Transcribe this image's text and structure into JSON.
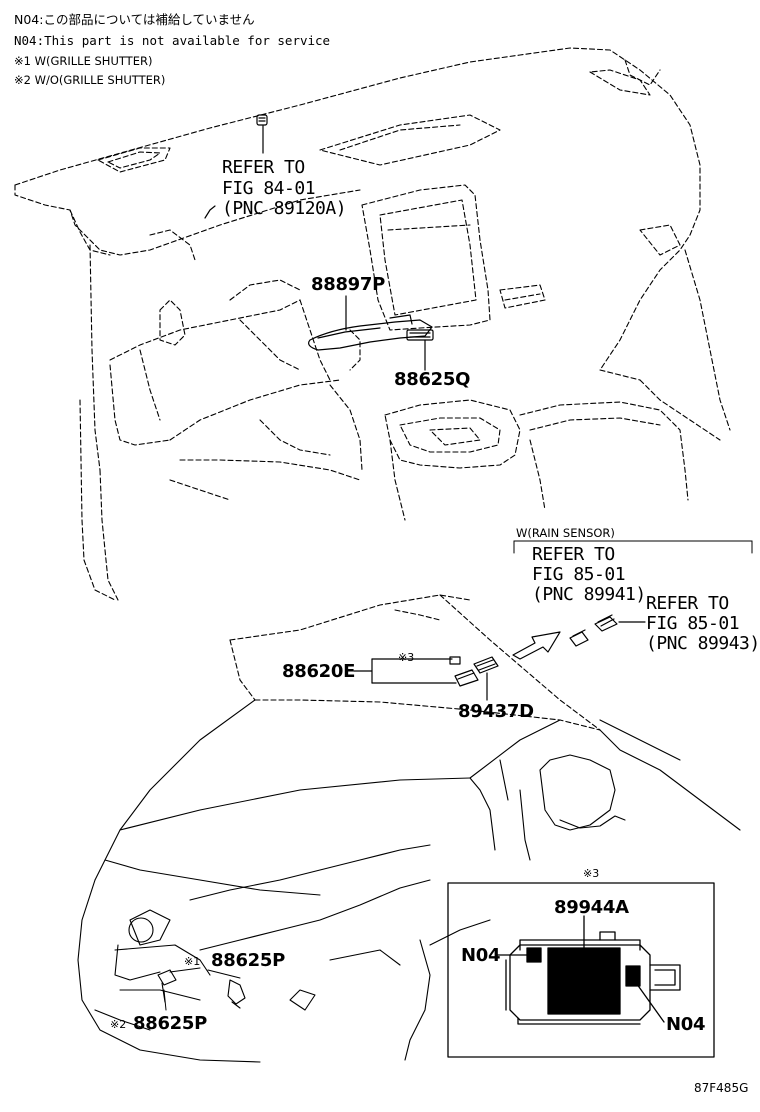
{
  "notes": {
    "line1": "N04:この部品については補給していません",
    "line2": "N04:This part is not available for service",
    "line3": "※1 W(GRILLE SHUTTER)",
    "line4": "※2 W/O(GRILLE SHUTTER)"
  },
  "refer_dash": {
    "line1": "REFER TO",
    "line2": "FIG 84-01",
    "line3": "(PNC 89120A)"
  },
  "parts": {
    "p88897P": "88897P",
    "p88625Q": "88625Q",
    "p88620E": "88620E",
    "p89437D": "89437D",
    "p88625P_1": "88625P",
    "p88625P_2": "88625P",
    "p89944A": "89944A"
  },
  "rain_sensor": {
    "header": "W(RAIN SENSOR)",
    "ref1_line1": "REFER TO",
    "ref1_line2": "FIG 85-01",
    "ref1_line3": "(PNC 89941)",
    "ref2_line1": "REFER TO",
    "ref2_line2": "FIG 85-01",
    "ref2_line3": "(PNC 89943)"
  },
  "marks": {
    "m3_a": "※3",
    "m3_b": "※3",
    "m1": "※1",
    "m2": "※2"
  },
  "n04": {
    "left": "N04",
    "right": "N04"
  },
  "figure_code": "87F485G"
}
